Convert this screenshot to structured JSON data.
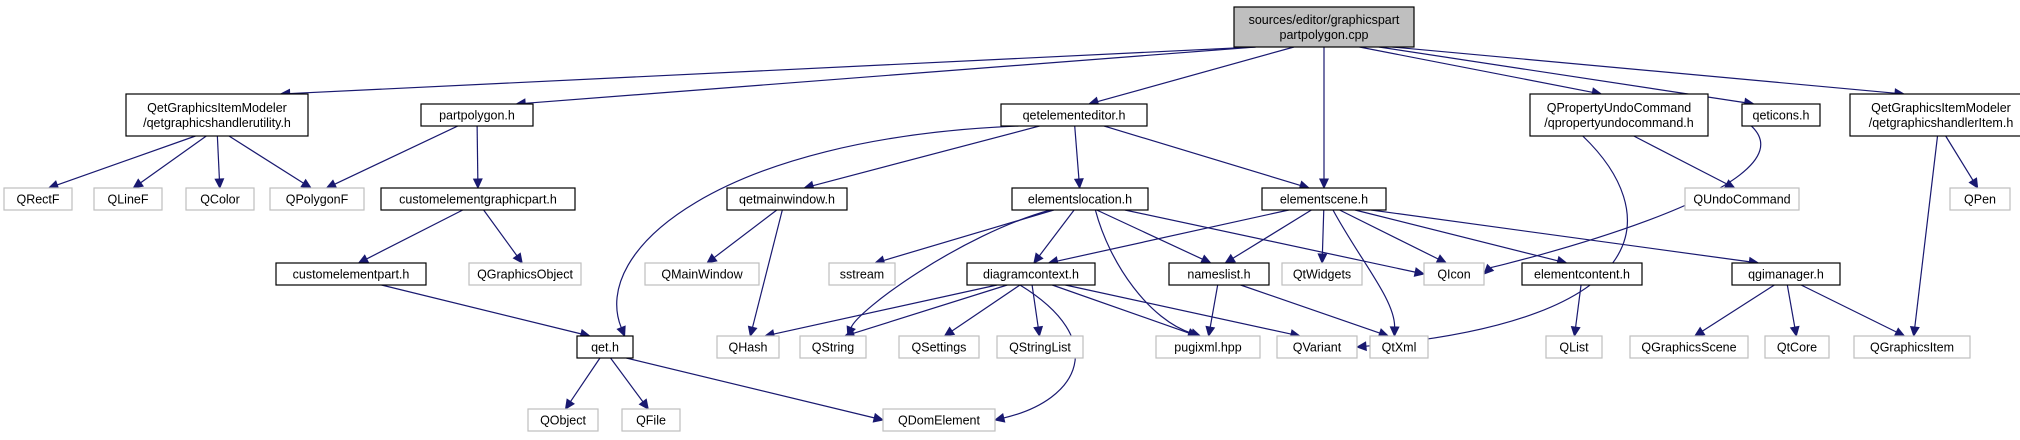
{
  "colors": {
    "edge": "#191970",
    "root_fill": "#bfbfbf",
    "node_border": "#000000",
    "external_border": "#bfbfbf",
    "background": "#ffffff"
  },
  "nodes": {
    "root": [
      "sources/editor/graphicspart",
      "partpolygon.cpp"
    ],
    "qetgraphicshandlerutility": [
      "QetGraphicsItemModeler",
      "/qetgraphicshandlerutility.h"
    ],
    "partpolygon": [
      "partpolygon.h"
    ],
    "qetelementeditor": [
      "qetelementeditor.h"
    ],
    "qpropertyundocommand": [
      "QPropertyUndoCommand",
      "/qpropertyundocommand.h"
    ],
    "qeticons": [
      "qeticons.h"
    ],
    "qetgraphicshandleritem": [
      "QetGraphicsItemModeler",
      "/qetgraphicshandlerItem.h"
    ],
    "QRectF": [
      "QRectF"
    ],
    "QLineF": [
      "QLineF"
    ],
    "QColor": [
      "QColor"
    ],
    "QPolygonF": [
      "QPolygonF"
    ],
    "customelementgraphicpart": [
      "customelementgraphicpart.h"
    ],
    "qetmainwindow": [
      "qetmainwindow.h"
    ],
    "elementslocation": [
      "elementslocation.h"
    ],
    "elementscene": [
      "elementscene.h"
    ],
    "QUndoCommand": [
      "QUndoCommand"
    ],
    "QPen": [
      "QPen"
    ],
    "customelementpart": [
      "customelementpart.h"
    ],
    "QGraphicsObject": [
      "QGraphicsObject"
    ],
    "QMainWindow": [
      "QMainWindow"
    ],
    "sstream": [
      "sstream"
    ],
    "diagramcontext": [
      "diagramcontext.h"
    ],
    "nameslist": [
      "nameslist.h"
    ],
    "QtWidgets": [
      "QtWidgets"
    ],
    "QIcon": [
      "QIcon"
    ],
    "elementcontent": [
      "elementcontent.h"
    ],
    "qgimanager": [
      "qgimanager.h"
    ],
    "qet": [
      "qet.h"
    ],
    "QHash": [
      "QHash"
    ],
    "QString": [
      "QString"
    ],
    "QSettings": [
      "QSettings"
    ],
    "QStringList": [
      "QStringList"
    ],
    "pugixml": [
      "pugixml.hpp"
    ],
    "QVariant": [
      "QVariant"
    ],
    "QtXml": [
      "QtXml"
    ],
    "QList": [
      "QList"
    ],
    "QGraphicsScene": [
      "QGraphicsScene"
    ],
    "QtCore": [
      "QtCore"
    ],
    "QGraphicsItem": [
      "QGraphicsItem"
    ],
    "QObject": [
      "QObject"
    ],
    "QFile": [
      "QFile"
    ],
    "QDomElement": [
      "QDomElement"
    ]
  }
}
